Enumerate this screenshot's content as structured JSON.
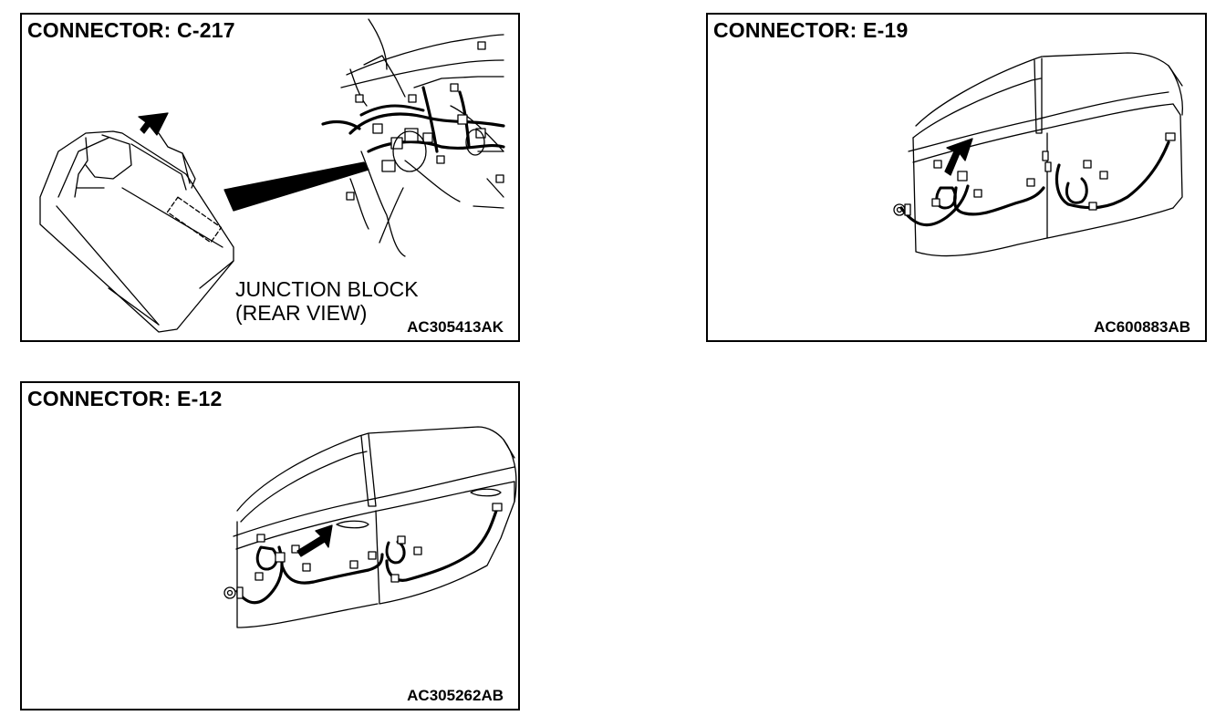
{
  "panels": [
    {
      "title": "CONNECTOR: C-217",
      "caption_line1": "JUNCTION BLOCK",
      "caption_line2": "(REAR VIEW)",
      "code": "AC305413AK"
    },
    {
      "title": "CONNECTOR: E-19",
      "code": "AC600883AB"
    },
    {
      "title": "CONNECTOR: E-12",
      "code": "AC305262AB"
    }
  ]
}
